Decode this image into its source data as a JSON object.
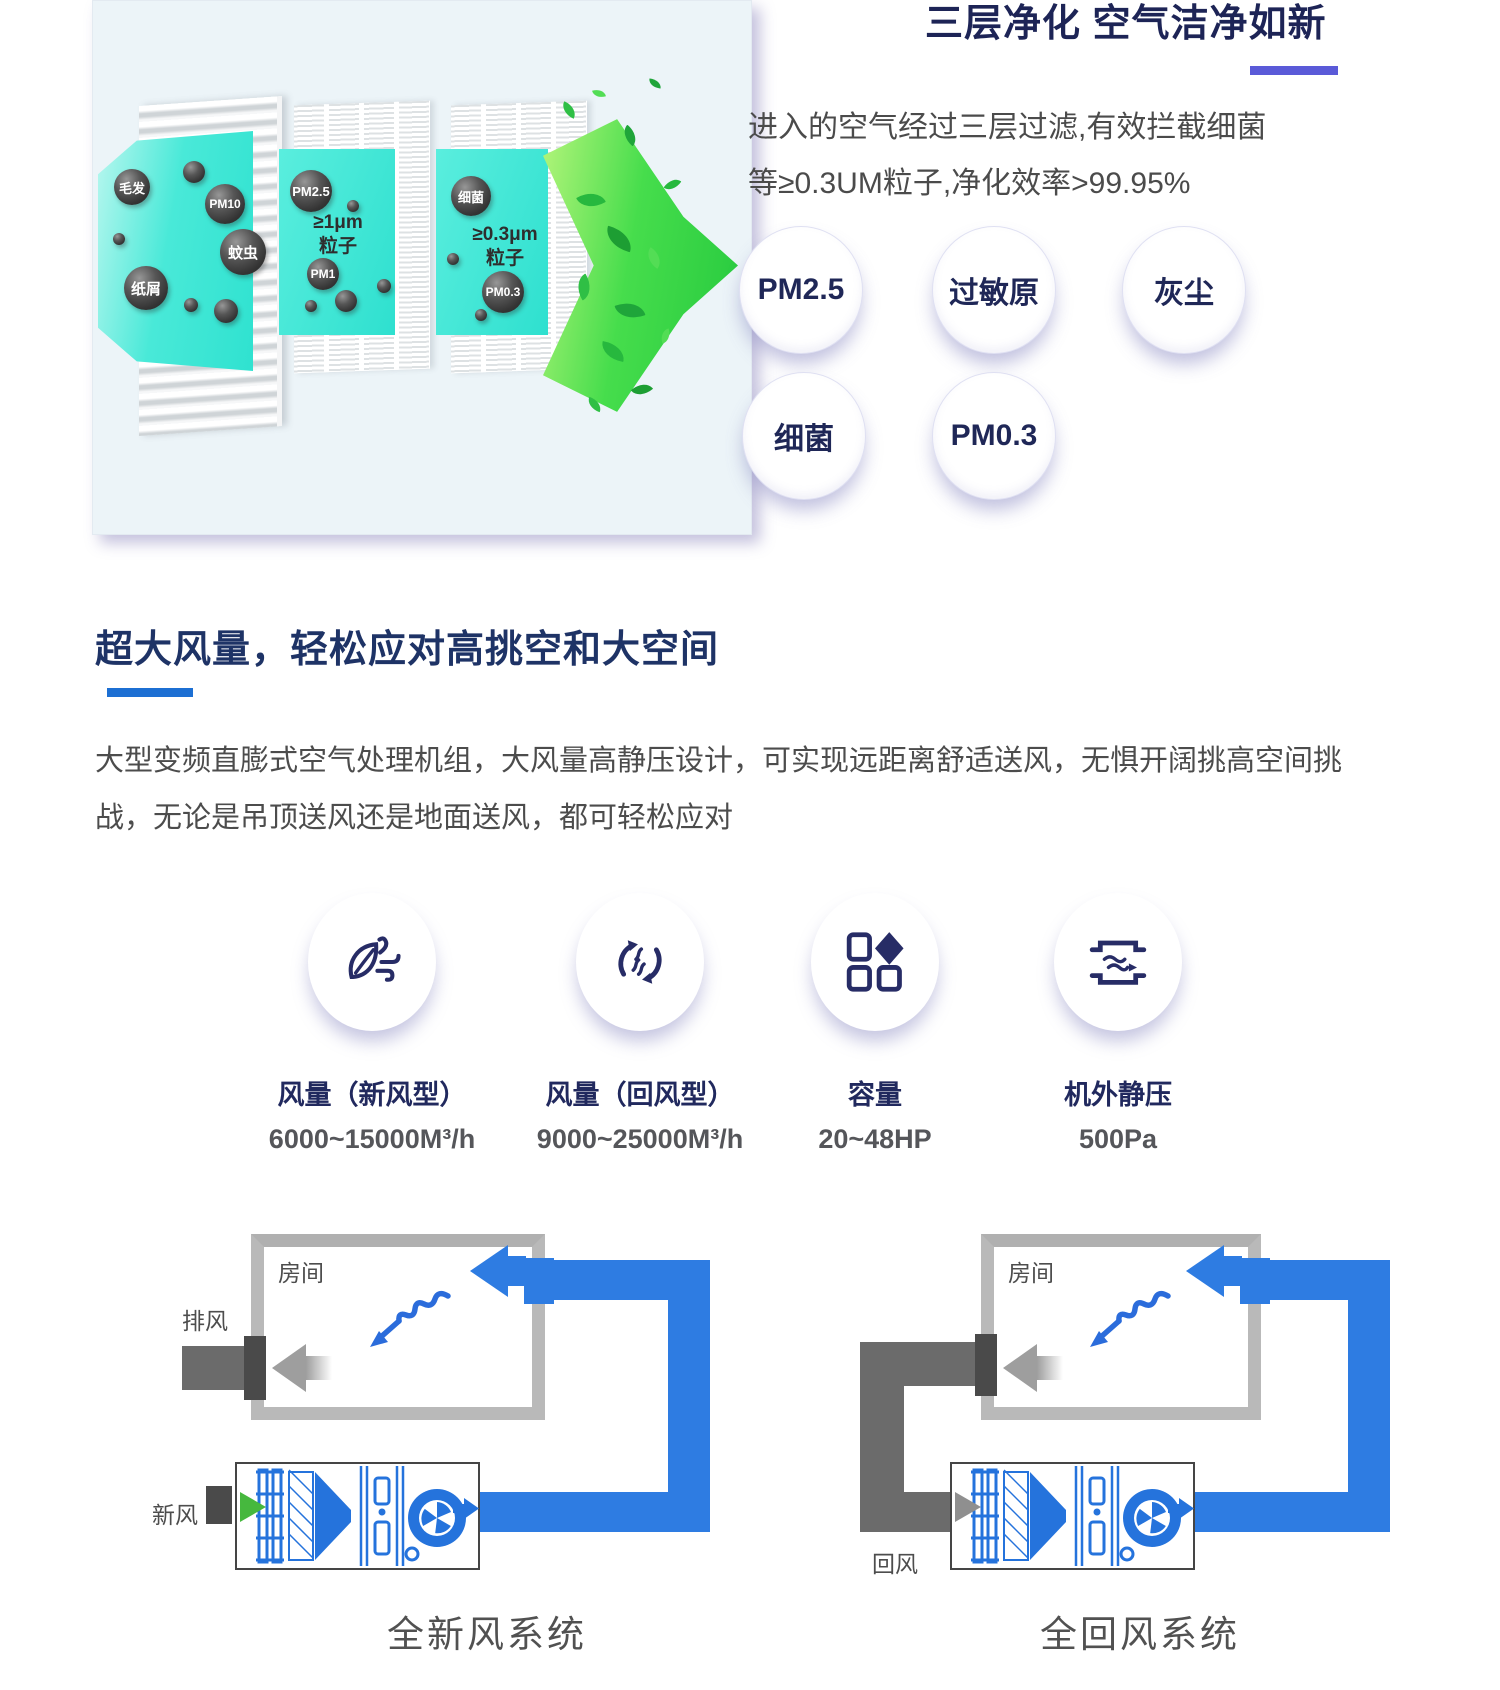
{
  "purify_section": {
    "title": "三层净化 空气洁净如新",
    "underline_color": "#5a5ad8",
    "desc_line1": "进入的空气经过三层过滤,有效拦截细菌",
    "desc_line2": "等≥0.3UM粒子,净化效率>99.95%",
    "badges": [
      "PM2.5",
      "过敏原",
      "灰尘",
      "细菌",
      "PM0.3"
    ],
    "filter_image": {
      "stage1": {
        "hair": "毛发",
        "pm10": "PM10",
        "mosquito": "蚊虫",
        "paper": "纸屑"
      },
      "stage2": {
        "pm25": "PM2.5",
        "caption_line1": "≥1μm",
        "caption_line2": "粒子",
        "pm1": "PM1"
      },
      "stage3": {
        "bacteria": "细菌",
        "caption_line1": "≥0.3μm",
        "caption_line2": "粒子",
        "pm03": "PM0.3"
      }
    }
  },
  "airflow_section": {
    "title": "超大风量，轻松应对高挑空和大空间",
    "accent_color": "#1c6fd3",
    "desc_line1": "大型变频直膨式空气处理机组，大风量高静压设计，可实现远距离舒适送风，无惧开阔挑高空间挑",
    "desc_line2": "战，无论是吊顶送风还是地面送风，都可轻松应对",
    "specs": [
      {
        "icon": "leaf-wind-icon",
        "label": "风量（新风型）",
        "value": "6000~15000M³/h"
      },
      {
        "icon": "circulation-icon",
        "label": "风量（回风型）",
        "value": "9000~25000M³/h"
      },
      {
        "icon": "modules-icon",
        "label": "容量",
        "value": "20~48HP"
      },
      {
        "icon": "duct-pressure-icon",
        "label": "机外静压",
        "value": "500Pa"
      }
    ]
  },
  "diagrams": {
    "fresh_air": {
      "room_label": "房间",
      "exhaust_label": "排风",
      "inlet_label": "新风",
      "caption": "全新风系统"
    },
    "return_air": {
      "room_label": "房间",
      "return_label": "回风",
      "caption": "全回风系统"
    }
  },
  "colors": {
    "navy": "#1d2456",
    "pipe_blue": "#2e7ce2",
    "duct_gray": "#6b6b6b",
    "cyan": "#3ae5d4",
    "green": "#3ad54a"
  }
}
